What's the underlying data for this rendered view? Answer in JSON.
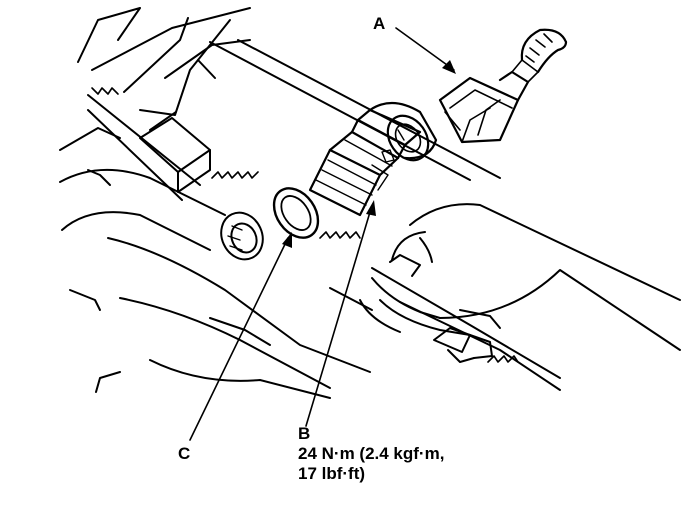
{
  "callouts": {
    "a": "A",
    "b": "B",
    "c": "C"
  },
  "torque": {
    "line1": "24 N·m (2.4 kgf·m,",
    "line2": "17 lbf·ft)"
  },
  "colors": {
    "ink": "#000000",
    "paper": "#ffffff"
  }
}
